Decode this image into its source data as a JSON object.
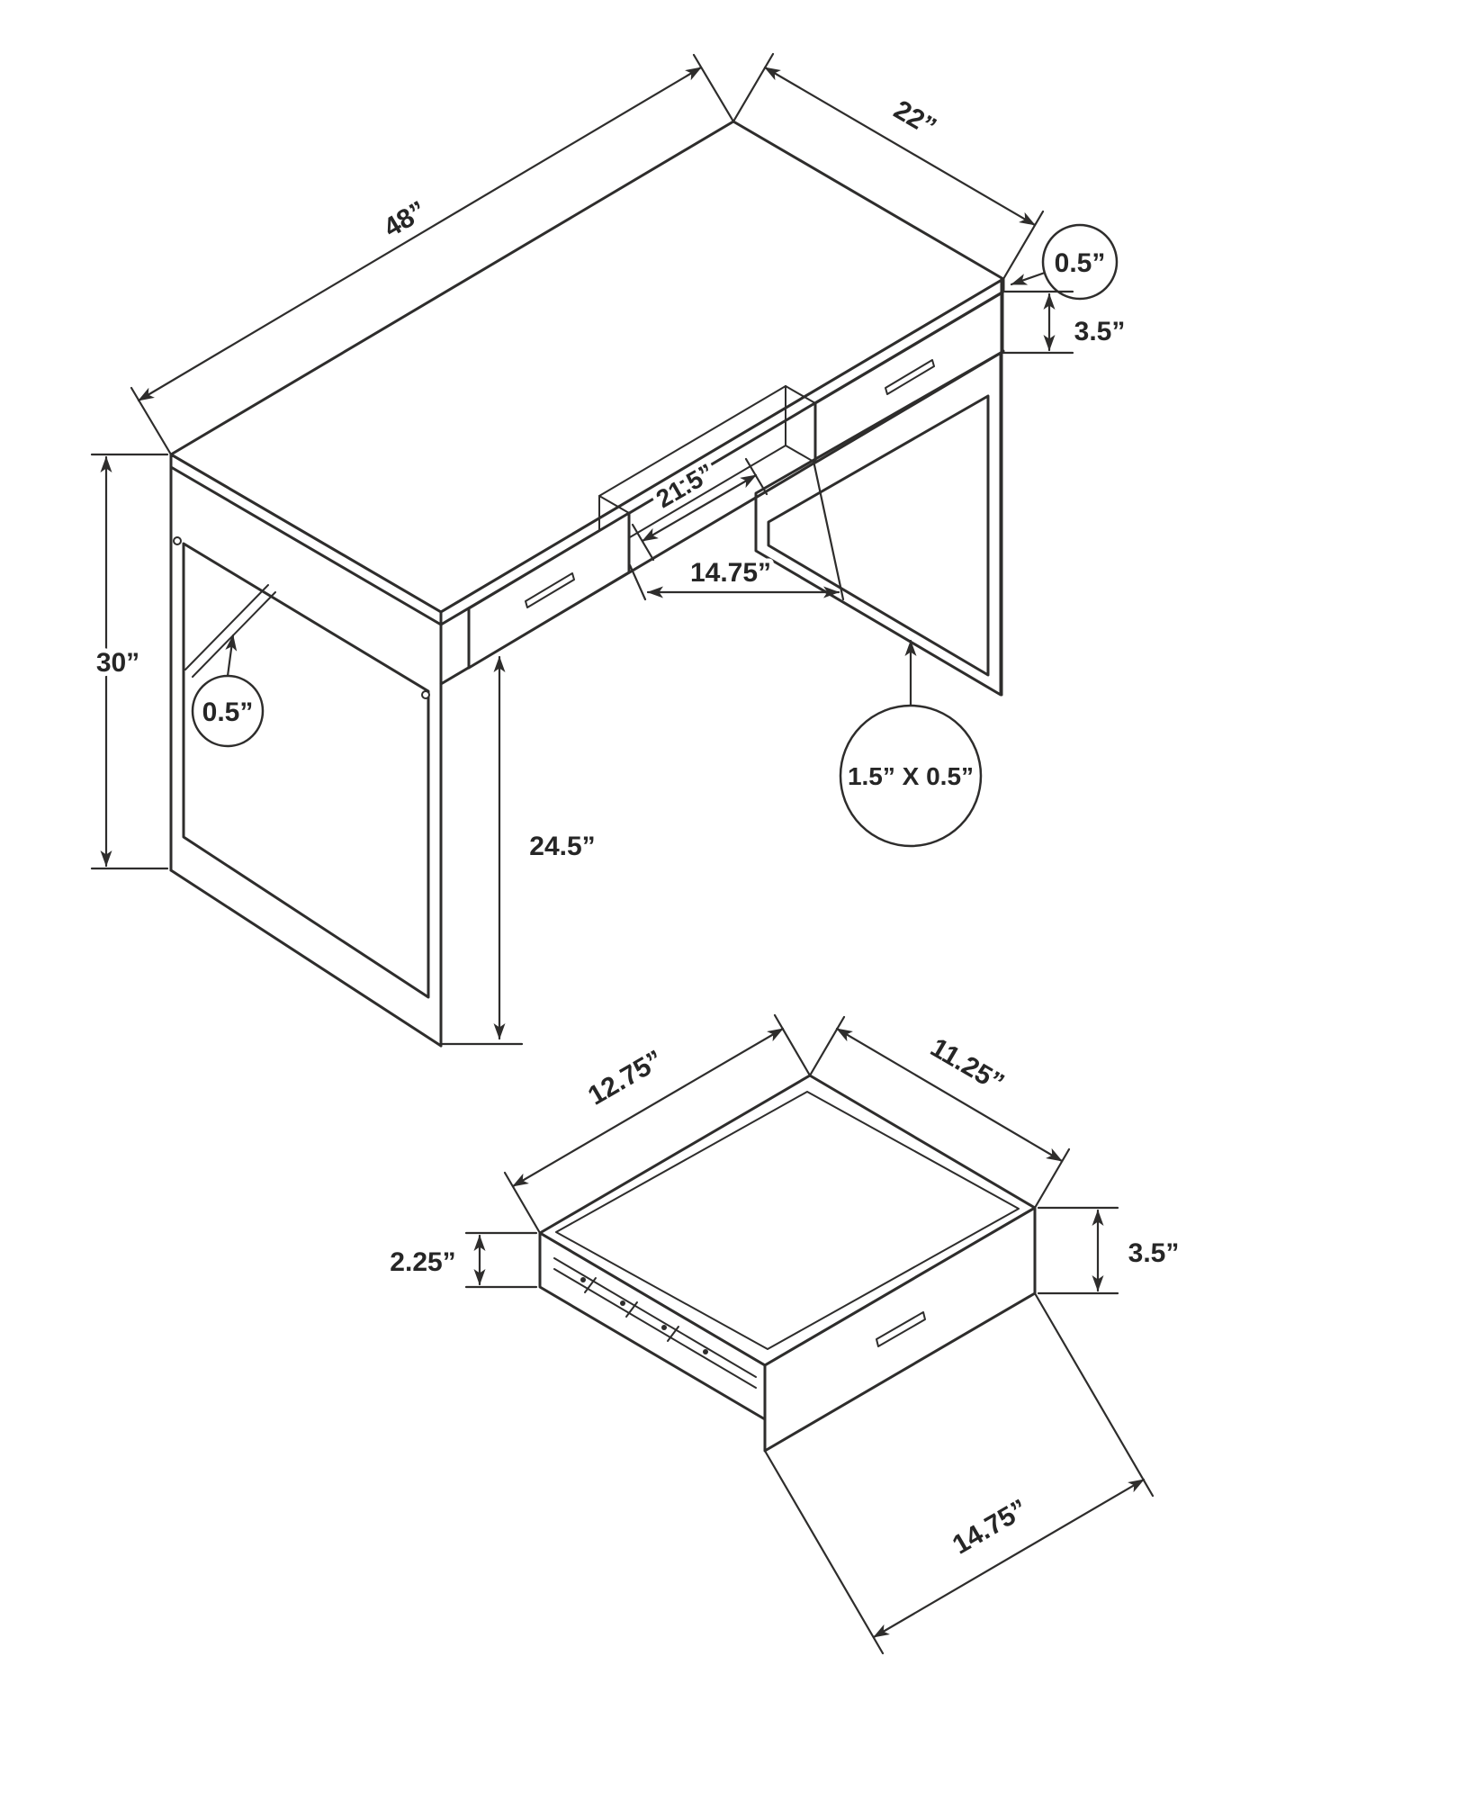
{
  "page": {
    "background_color": "#ffffff",
    "line_color": "#2e2d2c",
    "description": "Dimensional line drawing of a computer desk with drawer detail"
  },
  "desk_view": {
    "width": "48”",
    "depth": "22”",
    "top_thickness": "0.5”",
    "drawer_front_height": "3.5”",
    "height": "30”",
    "frame_thickness": "0.5”",
    "opening_depth": "21.5”",
    "opening_width": "14.75”",
    "leg_clearance": "24.5”",
    "leg_profile": "1.5” X 0.5”"
  },
  "drawer_view": {
    "depth": "12.75”",
    "width": "11.25”",
    "side_height": "2.25”",
    "front_height": "3.5”",
    "front_width": "14.75”"
  }
}
